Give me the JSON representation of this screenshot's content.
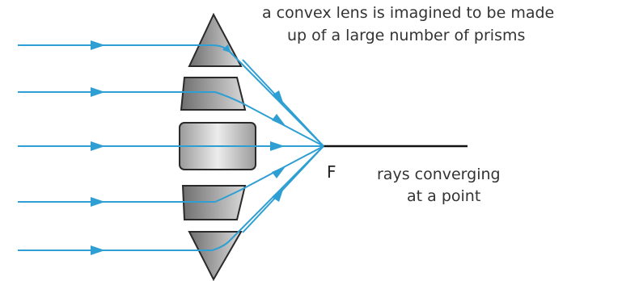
{
  "caption": {
    "line1": "a convex lens is imagined to be made",
    "line2": "up of a large number of prisms"
  },
  "focus_label": "F",
  "result_label": {
    "line1": "rays converging",
    "line2": "at a point"
  },
  "colors": {
    "ray": "#2f9fd3",
    "prism_dark": "#6f6f6f",
    "prism_light": "#d9d9d9",
    "prism_stroke": "#2a2a2a",
    "axis": "#111111"
  }
}
